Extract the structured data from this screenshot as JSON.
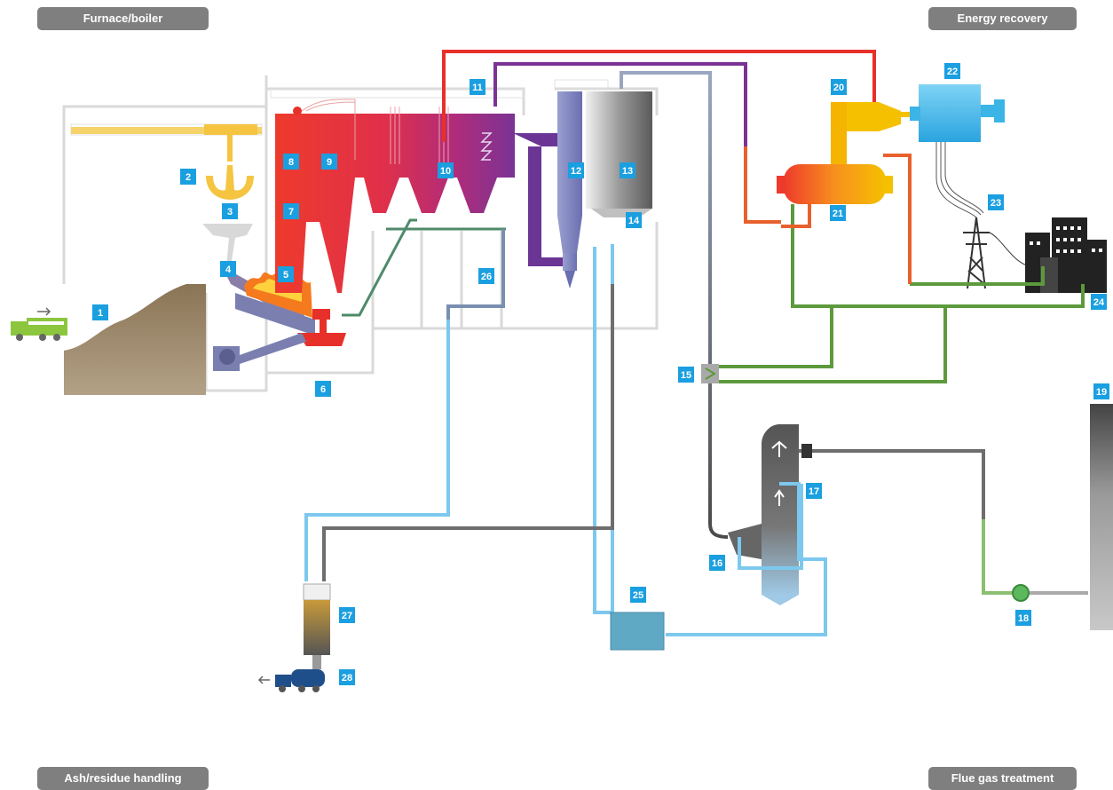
{
  "sections": {
    "furnace_boiler": "Furnace/boiler",
    "energy_recovery": "Energy recovery",
    "ash_residue_handling": "Ash/residue handling",
    "flue_gas_treatment": "Flue gas treatment"
  },
  "colors": {
    "badge": "#1a9fe0",
    "section_tag": "#7f7f7f",
    "steam_line": "#e8302a",
    "condensate_line": "#e8602c",
    "flue_gas_line": "#6b3596",
    "district_heating_line": "#5c9a3c",
    "water_line": "#7cc8ee",
    "residue_line": "#6e6e6e",
    "waste_pile": "#8a7455",
    "boiler_hot": "#e8302a",
    "boiler_mid": "#b02c7a",
    "boiler_cool": "#7a3394",
    "crane": "#f5c542",
    "turbine": "#f5b400",
    "generator": "#3bb4e6",
    "stack": "#9a9a9a"
  },
  "labels": [
    "1",
    "2",
    "3",
    "4",
    "5",
    "6",
    "7",
    "8",
    "9",
    "10",
    "11",
    "12",
    "13",
    "14",
    "15",
    "16",
    "17",
    "18",
    "19",
    "20",
    "21",
    "22",
    "23",
    "24",
    "25",
    "26",
    "27",
    "28"
  ]
}
